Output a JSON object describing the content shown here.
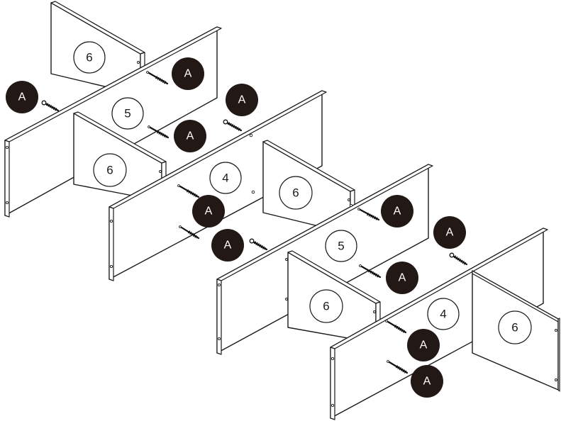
{
  "panel_labels": {
    "side_top": "6",
    "back_a": "5",
    "side_a": "6",
    "back_b": "4",
    "side_b": "6",
    "back_c": "5",
    "side_c": "6",
    "back_d": "4",
    "side_d": "6"
  },
  "hardware_label": "A"
}
